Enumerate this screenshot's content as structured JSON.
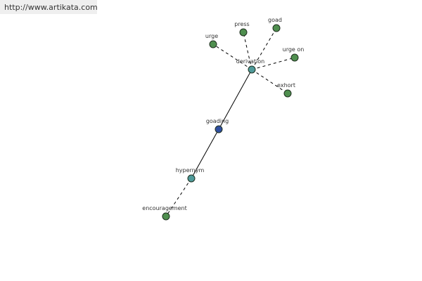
{
  "header": {
    "source_url": "http://www.artikata.com"
  },
  "colors": {
    "center": "#2f4fa0",
    "relation": "#4f9a9a",
    "word": "#4f8f4f"
  },
  "graph": {
    "nodes": [
      {
        "id": "goading",
        "label": "goading",
        "kind": "center"
      },
      {
        "id": "derivation",
        "label": "derivation",
        "kind": "relation"
      },
      {
        "id": "hypernym",
        "label": "hypernym",
        "kind": "relation"
      },
      {
        "id": "urge",
        "label": "urge",
        "kind": "word"
      },
      {
        "id": "press",
        "label": "press",
        "kind": "word"
      },
      {
        "id": "goad",
        "label": "goad",
        "kind": "word"
      },
      {
        "id": "urge-on",
        "label": "urge on",
        "kind": "word"
      },
      {
        "id": "exhort",
        "label": "exhort",
        "kind": "word"
      },
      {
        "id": "encouragement",
        "label": "encouragement",
        "kind": "word"
      }
    ],
    "edges": [
      {
        "from": "goading",
        "to": "derivation",
        "style": "solid"
      },
      {
        "from": "goading",
        "to": "hypernym",
        "style": "solid"
      },
      {
        "from": "derivation",
        "to": "urge",
        "style": "dashed"
      },
      {
        "from": "derivation",
        "to": "press",
        "style": "dashed"
      },
      {
        "from": "derivation",
        "to": "goad",
        "style": "dashed"
      },
      {
        "from": "derivation",
        "to": "urge-on",
        "style": "dashed"
      },
      {
        "from": "derivation",
        "to": "exhort",
        "style": "dashed"
      },
      {
        "from": "hypernym",
        "to": "encouragement",
        "style": "dashed"
      }
    ]
  }
}
